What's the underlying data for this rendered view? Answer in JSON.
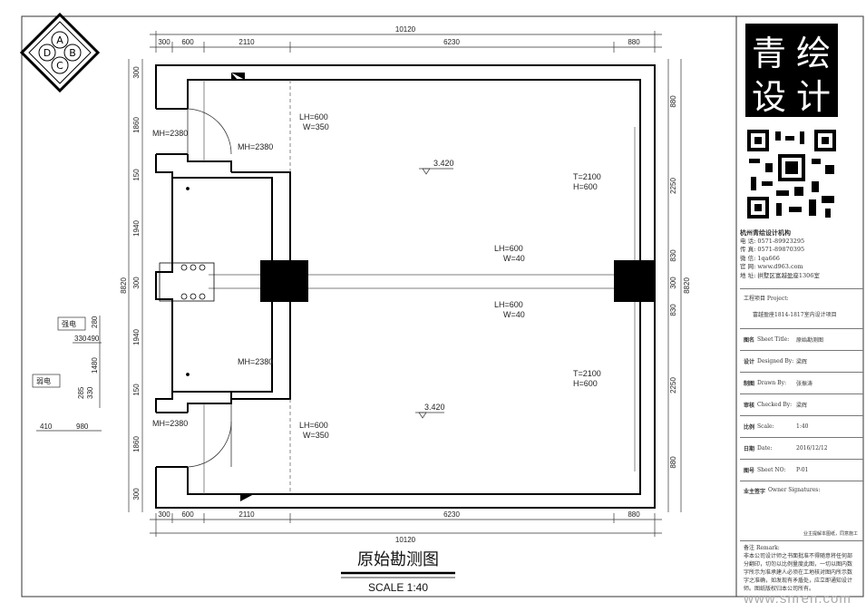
{
  "logo": {
    "compass": [
      "A",
      "B",
      "C",
      "D"
    ],
    "brand_chars": [
      "青",
      "绘",
      "设",
      "计"
    ]
  },
  "drawing": {
    "title": "原始勘测图",
    "scale": "SCALE 1:40",
    "top_dims": [
      "300",
      "600",
      "2110",
      "6230",
      "880"
    ],
    "top_total": "10120",
    "bottom_dims": [
      "300",
      "600",
      "2110",
      "6230",
      "880"
    ],
    "bottom_total": "10120",
    "left_dims": [
      "300",
      "1860",
      "150",
      "1940",
      "300",
      "1940",
      "150",
      "1860",
      "300"
    ],
    "left_total": "8820",
    "right_dims": [
      "880",
      "2250",
      "830",
      "300",
      "830",
      "2250",
      "880"
    ],
    "right_total": "8820",
    "side_labels": {
      "strong": "强电",
      "weak": "弱电",
      "d1": "330",
      "d2": "490",
      "d3": "280",
      "d4": "1480",
      "d5": "285",
      "d6": "330",
      "d7": "410",
      "d8": "980"
    },
    "annotations": {
      "mh1": "MH=2380",
      "mh2": "MH=2380",
      "mh3": "MH=2380",
      "mh4": "MH=2380",
      "lh_a": "LH=600",
      "w_a": "W=350",
      "lh_b": "LH=600",
      "w_b": "W=350",
      "lh_c": "LH=600",
      "w_c": "W=40",
      "lh_d": "LH=600",
      "w_d": "W=40",
      "t1": "T=2100",
      "h1": "H=600",
      "t2": "T=2100",
      "h2": "H=600",
      "lvl1": "3.420",
      "lvl2": "3.420"
    }
  },
  "title_block": {
    "company": "杭州青绘设计机构",
    "phone": "电 话: 0571-89923295",
    "fax": "传 真: 0571-89870395",
    "wechat": "微 信: 1qa666",
    "web": "官 网: www.d963.com",
    "address": "地 址: 拱墅区富越盈座1306室",
    "project_label": "工程项目 Project:",
    "project": "富越盈座1814-1817室内设计项目",
    "rows": [
      {
        "label": "图名",
        "en": "Sheet Title:",
        "value": "原始勘测图"
      },
      {
        "label": "设计",
        "en": "Designed By:",
        "value": "梁辉"
      },
      {
        "label": "制图",
        "en": "Drawn By:",
        "value": "张振涛"
      },
      {
        "label": "审核",
        "en": "Checked By:",
        "value": "梁辉"
      },
      {
        "label": "比例",
        "en": "Scale:",
        "value": "1:40"
      },
      {
        "label": "日期",
        "en": "Date:",
        "value": "2016/12/12"
      },
      {
        "label": "图号",
        "en": "Sheet NO:",
        "value": "P-01"
      }
    ],
    "owner_label": "业主签字",
    "owner_en": "Owner Signatures:",
    "owner_note": "业主提解本图纸，同意施工",
    "remark_label": "备注",
    "remark_en": "Remark:",
    "remark": "非本公司设计师之书面批准不得随意将任何部分翻印，切勿以比例量度此图，一切以图内数字所示为准承建人必须在工地核对图内所示数字之准确，如发现有矛盾处，应立即通知设计师。图纸版权归本公司所有。"
  },
  "watermark": "www.snren.com"
}
